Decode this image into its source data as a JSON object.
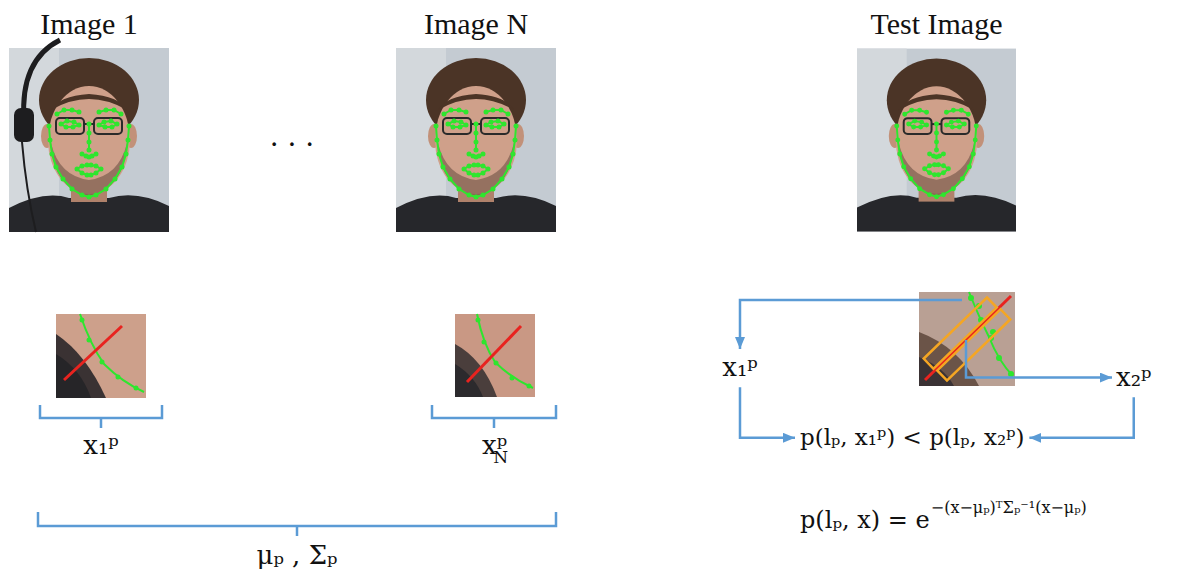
{
  "diagram": {
    "nodes": [
      {
        "text": [
          "Image 1"
        ]
      },
      {
        "text": [
          "Image N"
        ]
      },
      {
        "text": [
          "Test Image"
        ]
      }
    ],
    "labels": [
      "· · ·",
      "x₁ᵖ",
      "xᵖ",
      "N",
      "μₚ , Σₚ",
      "x₁ᵖ",
      "x₂ᵖ",
      "p(lₚ, x₁ᵖ) < p(lₚ, x₂ᵖ)",
      "p(lₚ, x) = e",
      "−(x−μₚ)ᵀΣₚ⁻¹(x−μₚ)"
    ]
  }
}
